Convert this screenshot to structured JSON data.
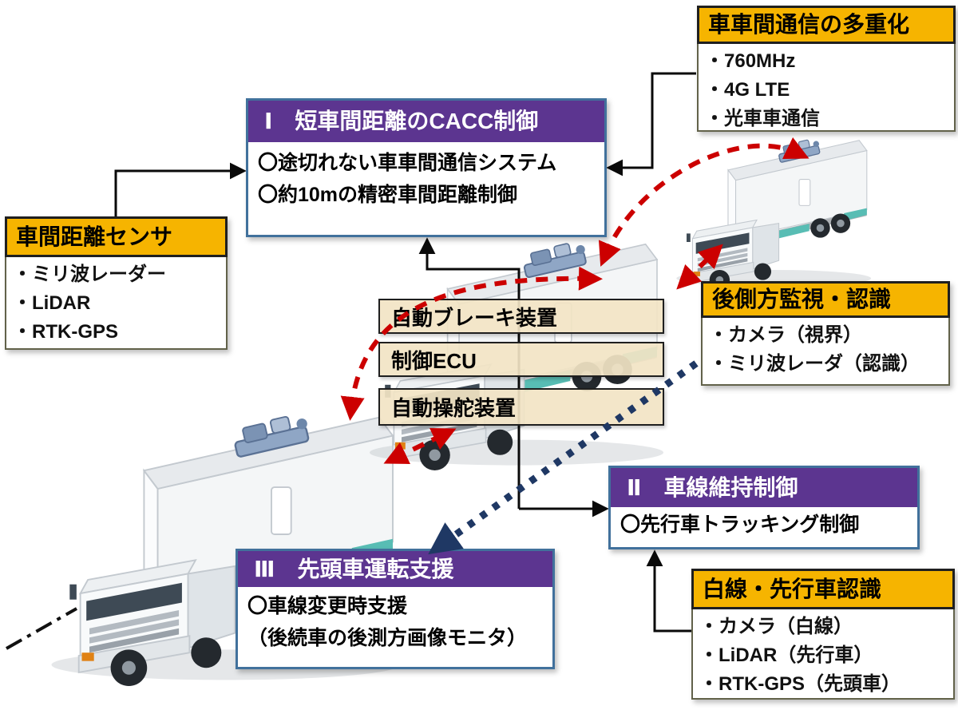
{
  "diagram": {
    "colors": {
      "header_yellow": "#F6B400",
      "header_purple": "#5C3590",
      "box_border_blue": "#41719C",
      "arrow_red": "#CC0000",
      "arrow_navy": "#1F3864",
      "equipment_fill": "#F2E4C4",
      "truck_accent_teal": "#58BDB4"
    },
    "boxes": {
      "v2v_multiplex": {
        "title": "車車間通信の多重化",
        "items": [
          "・760MHz",
          "・4G LTE",
          "・光車車通信"
        ]
      },
      "cacc_control": {
        "title": "Ⅰ　短車間距離のCACC制御",
        "lines": [
          "〇途切れない車車間通信システム",
          "〇約10mの精密車間距離制御"
        ]
      },
      "distance_sensor": {
        "title": "車間距離センサ",
        "items": [
          "・ミリ波レーダー",
          "・LiDAR",
          "・RTK-GPS"
        ]
      },
      "equipment": {
        "items": [
          "自動ブレーキ装置",
          "制御ECU",
          "自動操舵装置"
        ]
      },
      "rear_side_monitor": {
        "title": "後側方監視・認識",
        "items": [
          "・カメラ（視界）",
          "・ミリ波レーダ（認識）"
        ]
      },
      "lane_keeping": {
        "title": "Ⅱ　車線維持制御",
        "lines": [
          "〇先行車トラッキング制御"
        ]
      },
      "lead_vehicle_assist": {
        "title": "Ⅲ　先頭車運転支援",
        "lines": [
          "〇車線変更時支援",
          "（後続車の後測方画像モニタ）"
        ]
      },
      "lane_vehicle_recognition": {
        "title": "白線・先行車認識",
        "items": [
          "・カメラ（白線）",
          "・LiDAR（先行車）",
          "・RTK-GPS（先頭車）"
        ]
      }
    },
    "trucks": [
      "lead-truck",
      "middle-truck",
      "rear-truck"
    ]
  }
}
